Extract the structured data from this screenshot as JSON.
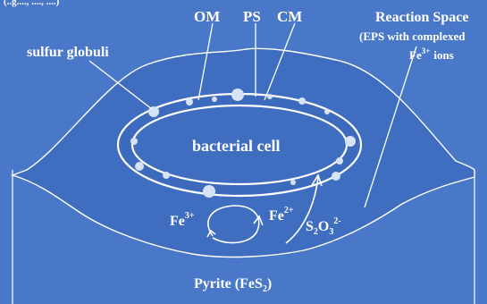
{
  "top_fragment": "(..g...., ...., ....)",
  "labels": {
    "om": "OM",
    "ps": "PS",
    "cm": "CM",
    "reaction_space": "Reaction Space",
    "reaction_space_sub1": "(EPS with complexed",
    "reaction_space_sub2_ion": "Fe",
    "reaction_space_sub2_charge": "3+",
    "reaction_space_sub2_tail": "ions",
    "sulfur_globuli": "sulfur globuli",
    "bacterial_cell": "bacterial cell",
    "fe3_base": "Fe",
    "fe3_charge": "3+",
    "fe2_base": "Fe",
    "fe2_charge": "2+",
    "thiosulfate_s": "S",
    "thiosulfate_s_sub": "2",
    "thiosulfate_o": "O",
    "thiosulfate_o_sub": "3",
    "thiosulfate_charge": "2-",
    "pyrite_main": "Pyrite (FeS",
    "pyrite_sub": "2",
    "pyrite_close": ")"
  },
  "colors": {
    "background": "#4a78c8",
    "fill": "#3f6dc0",
    "lines": "#ffffff",
    "globules": "#d6e2f6"
  }
}
